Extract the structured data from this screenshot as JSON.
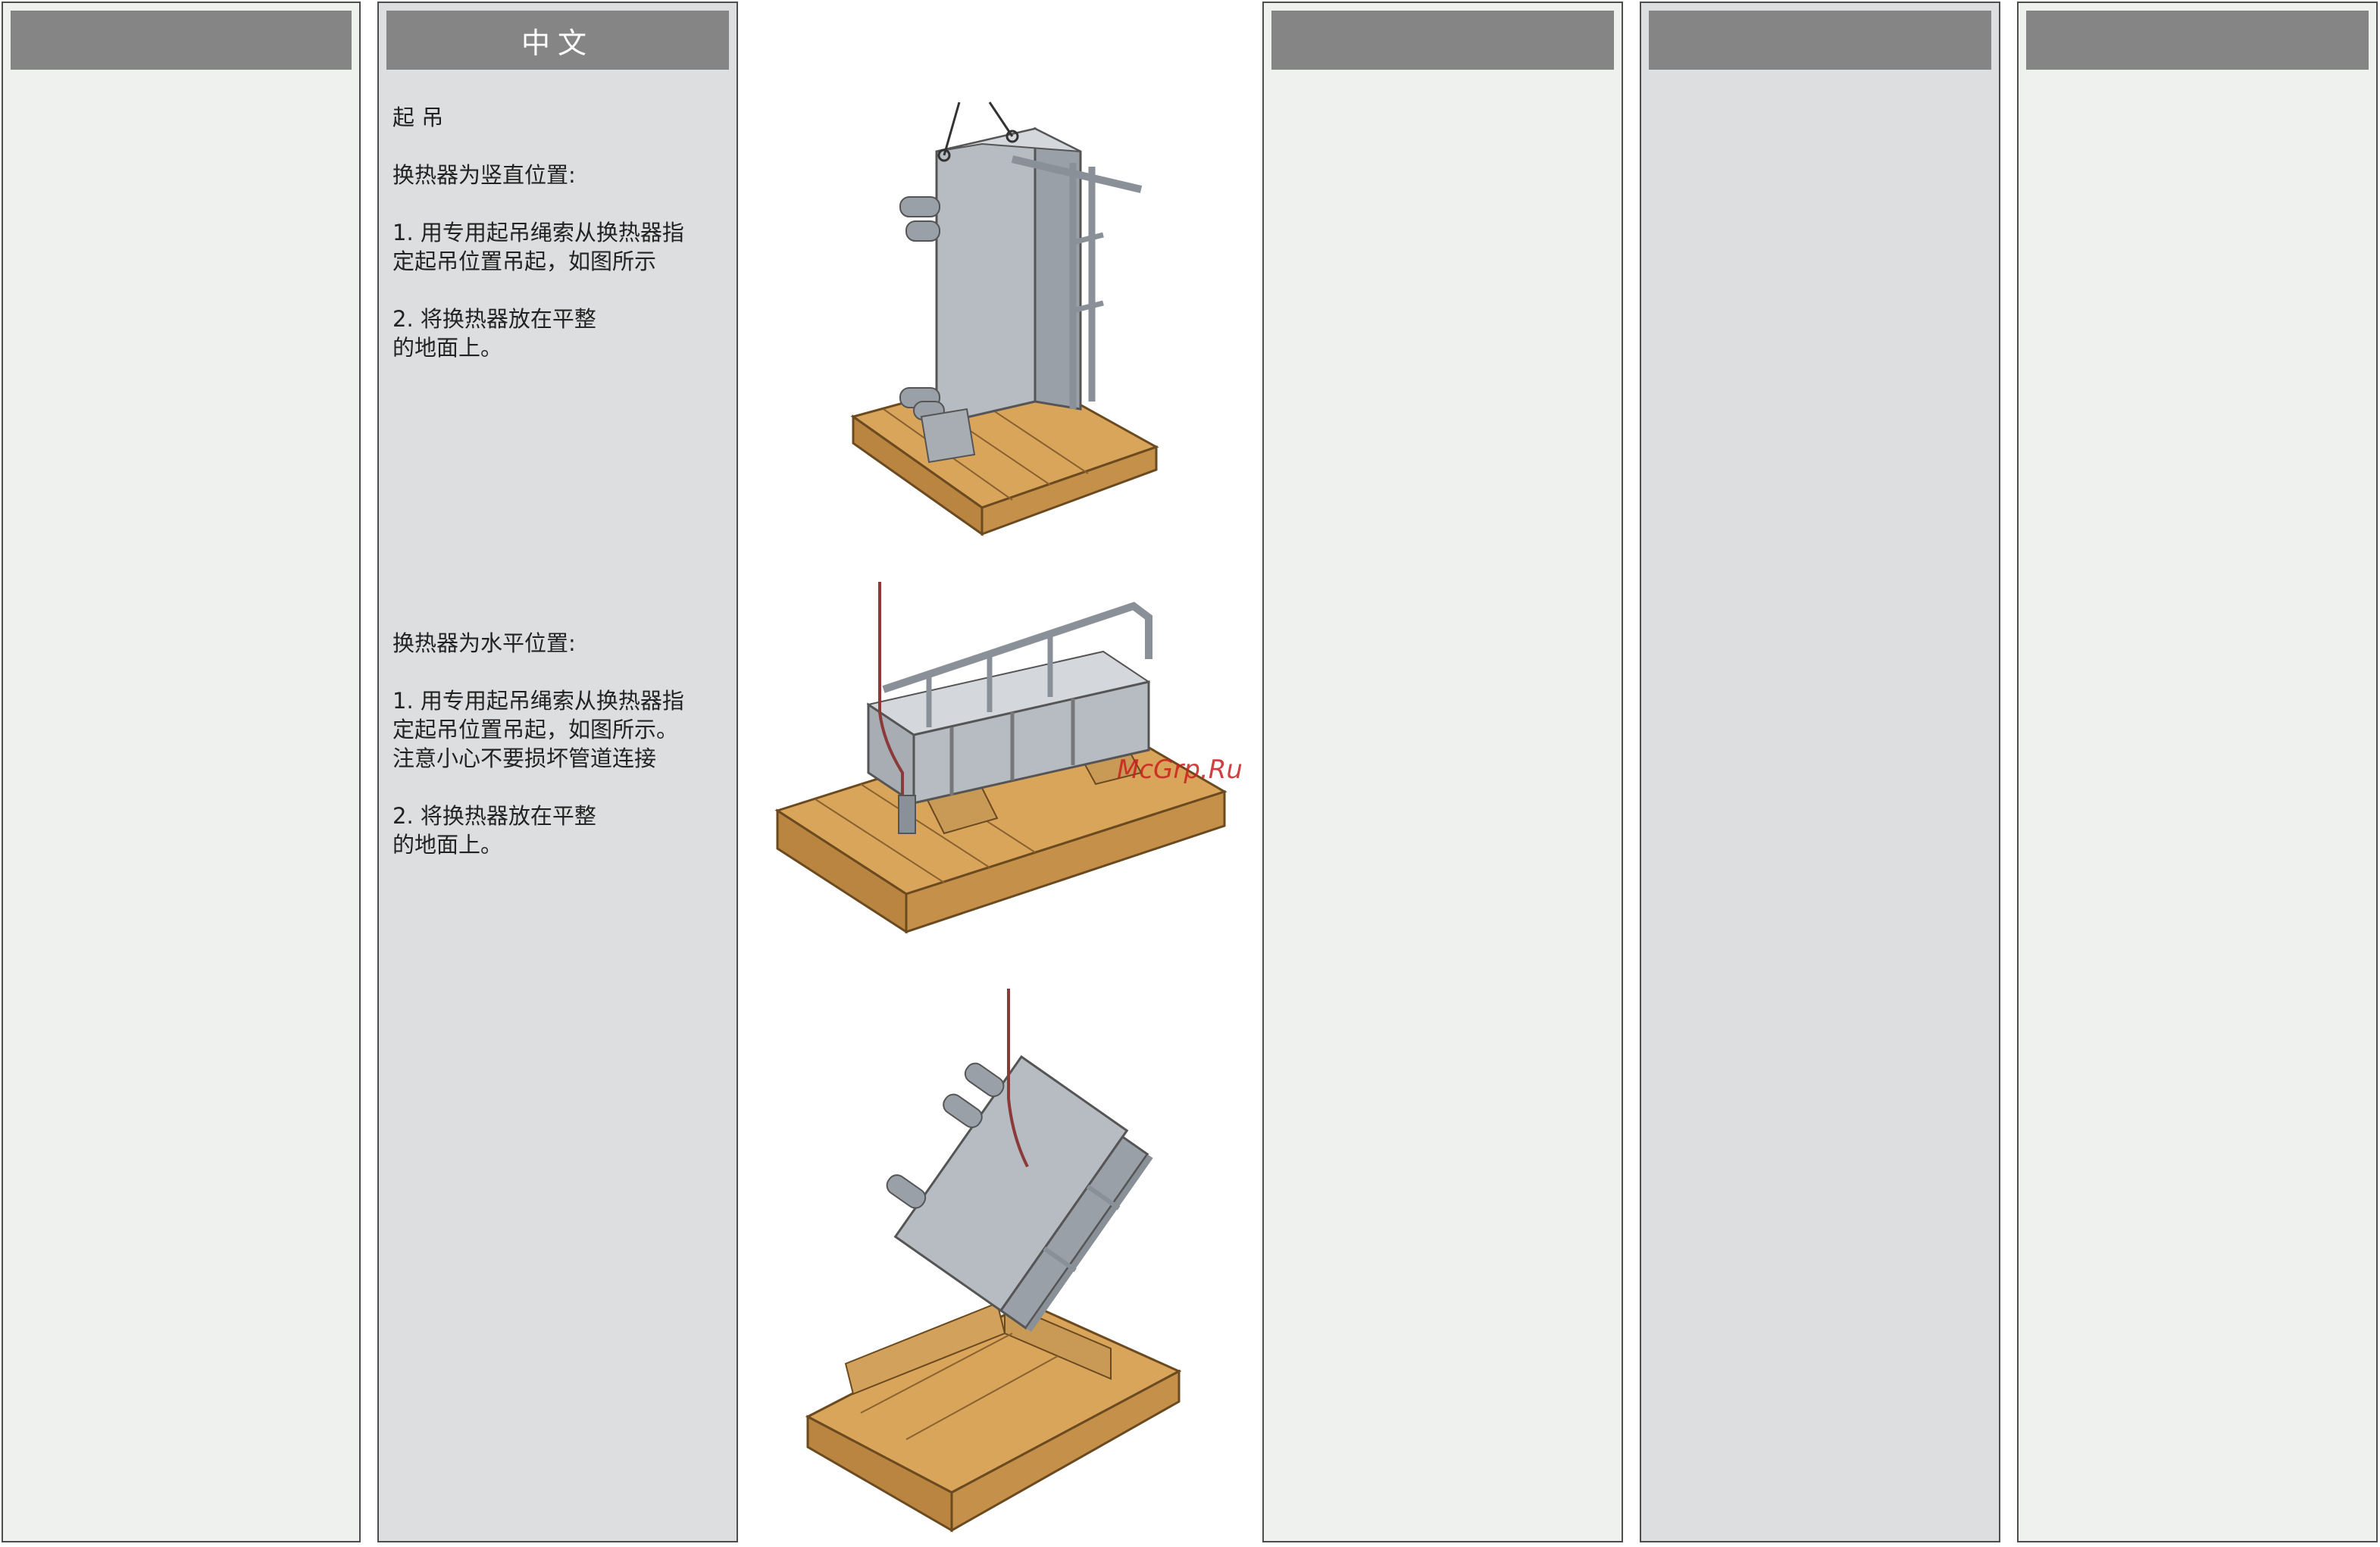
{
  "columns": [
    {
      "header": ""
    },
    {
      "header": "中文"
    },
    {
      "header": ""
    },
    {
      "header": ""
    },
    {
      "header": ""
    }
  ],
  "chinese": {
    "section_title": "起 吊",
    "vertical": "换热器为竖直位置:\n\n1.  用专用起吊绳索从换热器指\n定起吊位置吊起，如图所示\n\n2.  将换热器放在平整\n的地面上。",
    "horizontal": "换热器为水平位置:\n\n1.  用专用起吊绳索从换热器指\n定起吊位置吊起，如图所示。\n注意小心不要损坏管道连接\n\n2.  将换热器放在平整\n的地面上。"
  },
  "watermark": "McGrp.Ru",
  "colors": {
    "header_bar": "#858585",
    "panel_light": "#eff1ef",
    "panel_grey": "#dddedf",
    "wood": "#d9a55a",
    "steel": "#9aa0a8"
  }
}
